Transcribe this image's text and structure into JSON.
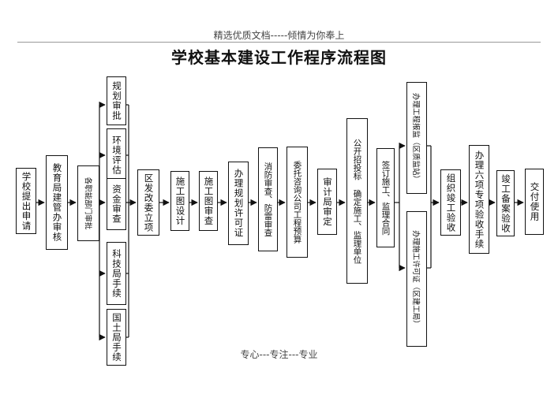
{
  "header_text": "精选优质文档-----倾情为你奉上",
  "title": "学校基本建设工作程序流程图",
  "footer_text": "专心---专注---专业",
  "steps": {
    "apply": "学校提出申请",
    "edu_review": "教育局建管办审核",
    "approval_dept": "各职能部门审批",
    "planning": "规划审批",
    "env": "环境评估",
    "fund": "资金审查",
    "tech": "科技局手续",
    "land": "国土局手续",
    "drc": "区发改委立项",
    "construction_design": "施工图设计",
    "construction_review": "施工图审查",
    "planning_permit": "办理规划许可证",
    "fire_review": "消防审查、防雷审查",
    "cost_budget": "委托咨询公司工程预算",
    "audit": "审计局审定",
    "bidding": "公开招投标 确定施工、监理单位",
    "contract": "签订施工、监理合同",
    "quality": "办理工程报监（区质监站）",
    "permit": "办理施工许可证（区建工局）",
    "acceptance": "组织竣工验收",
    "six_items": "办理六项专项验收手续",
    "record": "竣工备案验收",
    "delivery": "交付使用"
  }
}
